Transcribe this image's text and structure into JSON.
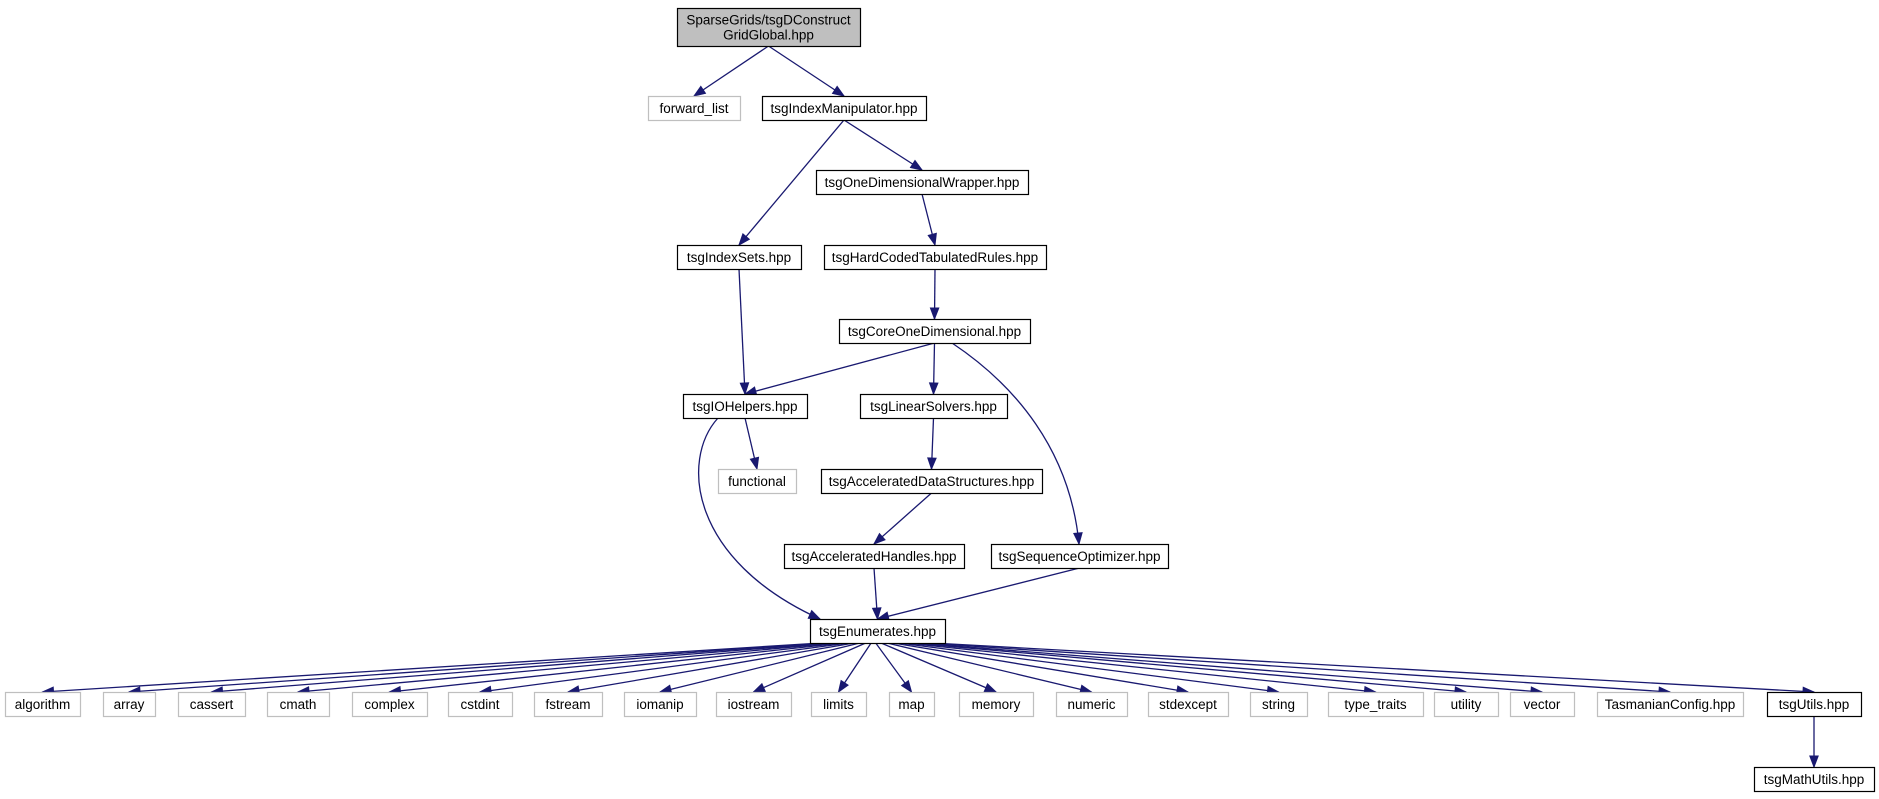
{
  "graph": {
    "colors": {
      "edge": "#191970",
      "root_fill": "#bfbfbf",
      "project_border": "#000000",
      "external_border": "#bfbfbf"
    },
    "nodes": [
      {
        "id": "root",
        "lines": [
          "SparseGrids/tsgDConstruct",
          "GridGlobal.hpp"
        ],
        "kind": "root"
      },
      {
        "id": "forward_list",
        "lines": [
          "forward_list"
        ],
        "kind": "external"
      },
      {
        "id": "tsgIndexManipulator",
        "lines": [
          "tsgIndexManipulator.hpp"
        ],
        "kind": "project"
      },
      {
        "id": "tsgOneDimensionalWrapper",
        "lines": [
          "tsgOneDimensionalWrapper.hpp"
        ],
        "kind": "project"
      },
      {
        "id": "tsgIndexSets",
        "lines": [
          "tsgIndexSets.hpp"
        ],
        "kind": "project"
      },
      {
        "id": "tsgHardCodedTabulatedRules",
        "lines": [
          "tsgHardCodedTabulatedRules.hpp"
        ],
        "kind": "project"
      },
      {
        "id": "tsgCoreOneDimensional",
        "lines": [
          "tsgCoreOneDimensional.hpp"
        ],
        "kind": "project"
      },
      {
        "id": "tsgIOHelpers",
        "lines": [
          "tsgIOHelpers.hpp"
        ],
        "kind": "project"
      },
      {
        "id": "tsgLinearSolvers",
        "lines": [
          "tsgLinearSolvers.hpp"
        ],
        "kind": "project"
      },
      {
        "id": "functional",
        "lines": [
          "functional"
        ],
        "kind": "external"
      },
      {
        "id": "tsgAcceleratedDataStructures",
        "lines": [
          "tsgAcceleratedDataStructures.hpp"
        ],
        "kind": "project"
      },
      {
        "id": "tsgAcceleratedHandles",
        "lines": [
          "tsgAcceleratedHandles.hpp"
        ],
        "kind": "project"
      },
      {
        "id": "tsgSequenceOptimizer",
        "lines": [
          "tsgSequenceOptimizer.hpp"
        ],
        "kind": "project"
      },
      {
        "id": "tsgEnumerates",
        "lines": [
          "tsgEnumerates.hpp"
        ],
        "kind": "project"
      },
      {
        "id": "algorithm",
        "lines": [
          "algorithm"
        ],
        "kind": "external"
      },
      {
        "id": "array",
        "lines": [
          "array"
        ],
        "kind": "external"
      },
      {
        "id": "cassert",
        "lines": [
          "cassert"
        ],
        "kind": "external"
      },
      {
        "id": "cmath",
        "lines": [
          "cmath"
        ],
        "kind": "external"
      },
      {
        "id": "complex",
        "lines": [
          "complex"
        ],
        "kind": "external"
      },
      {
        "id": "cstdint",
        "lines": [
          "cstdint"
        ],
        "kind": "external"
      },
      {
        "id": "fstream",
        "lines": [
          "fstream"
        ],
        "kind": "external"
      },
      {
        "id": "iomanip",
        "lines": [
          "iomanip"
        ],
        "kind": "external"
      },
      {
        "id": "iostream",
        "lines": [
          "iostream"
        ],
        "kind": "external"
      },
      {
        "id": "limits",
        "lines": [
          "limits"
        ],
        "kind": "external"
      },
      {
        "id": "map",
        "lines": [
          "map"
        ],
        "kind": "external"
      },
      {
        "id": "memory",
        "lines": [
          "memory"
        ],
        "kind": "external"
      },
      {
        "id": "numeric",
        "lines": [
          "numeric"
        ],
        "kind": "external"
      },
      {
        "id": "stdexcept",
        "lines": [
          "stdexcept"
        ],
        "kind": "external"
      },
      {
        "id": "string",
        "lines": [
          "string"
        ],
        "kind": "external"
      },
      {
        "id": "type_traits",
        "lines": [
          "type_traits"
        ],
        "kind": "external"
      },
      {
        "id": "utility",
        "lines": [
          "utility"
        ],
        "kind": "external"
      },
      {
        "id": "vector",
        "lines": [
          "vector"
        ],
        "kind": "external"
      },
      {
        "id": "TasmanianConfig",
        "lines": [
          "TasmanianConfig.hpp"
        ],
        "kind": "external"
      },
      {
        "id": "tsgUtils",
        "lines": [
          "tsgUtils.hpp"
        ],
        "kind": "project"
      },
      {
        "id": "tsgMathUtils",
        "lines": [
          "tsgMathUtils.hpp"
        ],
        "kind": "project"
      }
    ],
    "edges": [
      {
        "from": "root",
        "to": "forward_list"
      },
      {
        "from": "root",
        "to": "tsgIndexManipulator"
      },
      {
        "from": "tsgIndexManipulator",
        "to": "tsgIndexSets"
      },
      {
        "from": "tsgIndexManipulator",
        "to": "tsgOneDimensionalWrapper"
      },
      {
        "from": "tsgOneDimensionalWrapper",
        "to": "tsgHardCodedTabulatedRules"
      },
      {
        "from": "tsgHardCodedTabulatedRules",
        "to": "tsgCoreOneDimensional"
      },
      {
        "from": "tsgIndexSets",
        "to": "tsgIOHelpers"
      },
      {
        "from": "tsgCoreOneDimensional",
        "to": "tsgIOHelpers"
      },
      {
        "from": "tsgCoreOneDimensional",
        "to": "tsgLinearSolvers"
      },
      {
        "from": "tsgCoreOneDimensional",
        "to": "tsgSequenceOptimizer"
      },
      {
        "from": "tsgIOHelpers",
        "to": "functional"
      },
      {
        "from": "tsgIOHelpers",
        "to": "tsgEnumerates"
      },
      {
        "from": "tsgLinearSolvers",
        "to": "tsgAcceleratedDataStructures"
      },
      {
        "from": "tsgAcceleratedDataStructures",
        "to": "tsgAcceleratedHandles"
      },
      {
        "from": "tsgAcceleratedHandles",
        "to": "tsgEnumerates"
      },
      {
        "from": "tsgSequenceOptimizer",
        "to": "tsgEnumerates"
      },
      {
        "from": "tsgEnumerates",
        "to": "algorithm"
      },
      {
        "from": "tsgEnumerates",
        "to": "array"
      },
      {
        "from": "tsgEnumerates",
        "to": "cassert"
      },
      {
        "from": "tsgEnumerates",
        "to": "cmath"
      },
      {
        "from": "tsgEnumerates",
        "to": "complex"
      },
      {
        "from": "tsgEnumerates",
        "to": "cstdint"
      },
      {
        "from": "tsgEnumerates",
        "to": "fstream"
      },
      {
        "from": "tsgEnumerates",
        "to": "iomanip"
      },
      {
        "from": "tsgEnumerates",
        "to": "iostream"
      },
      {
        "from": "tsgEnumerates",
        "to": "limits"
      },
      {
        "from": "tsgEnumerates",
        "to": "map"
      },
      {
        "from": "tsgEnumerates",
        "to": "memory"
      },
      {
        "from": "tsgEnumerates",
        "to": "numeric"
      },
      {
        "from": "tsgEnumerates",
        "to": "stdexcept"
      },
      {
        "from": "tsgEnumerates",
        "to": "string"
      },
      {
        "from": "tsgEnumerates",
        "to": "type_traits"
      },
      {
        "from": "tsgEnumerates",
        "to": "utility"
      },
      {
        "from": "tsgEnumerates",
        "to": "vector"
      },
      {
        "from": "tsgEnumerates",
        "to": "TasmanianConfig"
      },
      {
        "from": "tsgEnumerates",
        "to": "tsgUtils"
      },
      {
        "from": "tsgUtils",
        "to": "tsgMathUtils"
      }
    ]
  }
}
